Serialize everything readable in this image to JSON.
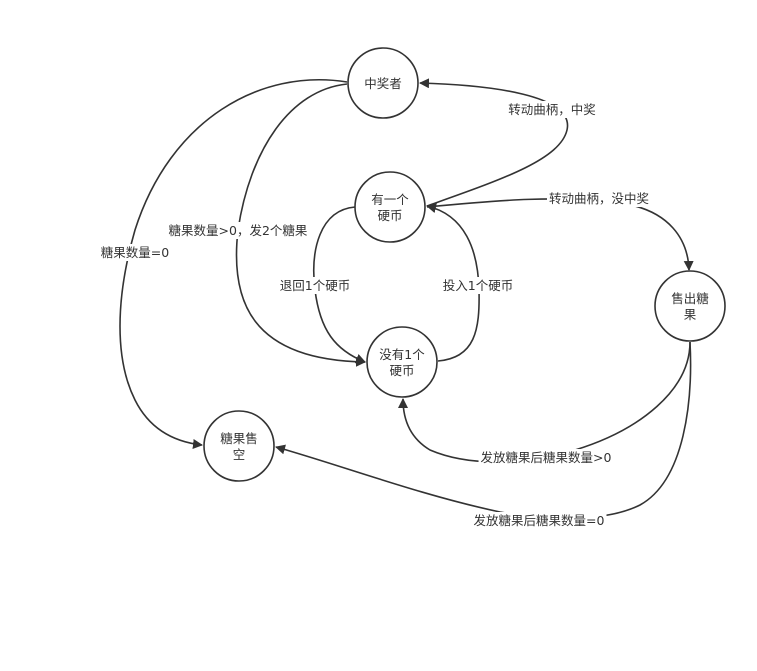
{
  "diagram": {
    "nodes": {
      "winner": {
        "lines": [
          "中奖者"
        ]
      },
      "has_coin": {
        "lines": [
          "有一个",
          "硬币"
        ]
      },
      "no_coin": {
        "lines": [
          "没有1个",
          "硬币"
        ]
      },
      "sold": {
        "lines": [
          "售出糖",
          "果"
        ]
      },
      "sold_out": {
        "lines": [
          "糖果售",
          "空"
        ]
      }
    },
    "edges": {
      "crank_win": "转动曲柄，中奖",
      "crank_no_win": "转动曲柄，没中奖",
      "candy_gt0_two": "糖果数量>0，发2个糖果",
      "candy_eq0": "糖果数量=0",
      "return_coin": "退回1个硬币",
      "insert_coin": "投入1个硬币",
      "after_gt0": "发放糖果后糖果数量>0",
      "after_eq0": "发放糖果后糖果数量=0"
    },
    "colors": {
      "stroke": "#333333",
      "background": "#ffffff"
    }
  }
}
